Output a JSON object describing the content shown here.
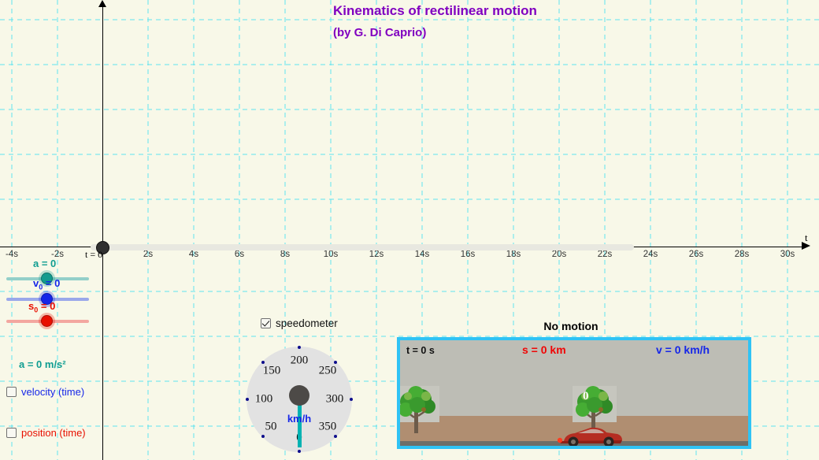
{
  "title": {
    "line1": "Kinematics of rectilinear motion",
    "line2": "(by G. Di Caprio)",
    "color": "#8000c0"
  },
  "axes": {
    "x_name": "t",
    "tick_labels": [
      "-4s",
      "-2s",
      "2s",
      "4s",
      "6s",
      "8s",
      "10s",
      "12s",
      "14s",
      "16s",
      "18s",
      "20s",
      "22s",
      "24s",
      "26s",
      "28s",
      "30s"
    ],
    "origin_label": "t = 0"
  },
  "sliders": [
    {
      "name": "acceleration",
      "label": "a = 0",
      "value": 0,
      "color": "#0f9d91"
    },
    {
      "name": "initial-velocity",
      "label": "v0 = 0",
      "value": 0,
      "color": "#1526e8"
    },
    {
      "name": "initial-position",
      "label": "s0 = 0",
      "value": 0,
      "color": "#e81000"
    }
  ],
  "readouts": {
    "acceleration": "a = 0 m/s²"
  },
  "checkboxes": [
    {
      "name": "velocity-time",
      "label": "velocity (time)",
      "checked": false,
      "color": "#1526e8"
    },
    {
      "name": "position-time",
      "label": "position (time)",
      "checked": false,
      "color": "#e81000"
    },
    {
      "name": "speedometer",
      "label": "speedometer",
      "checked": true,
      "color": "#111111"
    }
  ],
  "speedometer": {
    "unit": "km/h",
    "numbers": [
      "0",
      "50",
      "100",
      "150",
      "200",
      "250",
      "300",
      "350"
    ],
    "value": 0,
    "dial_color": "#e2e2e2",
    "needle_color": "#00b2b2"
  },
  "animation": {
    "title": "No motion",
    "time": "t = 0 s",
    "position": "s = 0 km",
    "velocity": "v = 0 km/h",
    "marker_label": "0",
    "border_color": "#2fc3f5",
    "sky_color": "#bdbdb5",
    "ground_color": "#b08e71"
  },
  "chart_data": {
    "type": "line",
    "title": "Kinematics of rectilinear motion",
    "xlabel": "t",
    "ylabel": "",
    "xlim": [
      -4,
      31
    ],
    "ylim": [
      0,
      0
    ],
    "grid": true,
    "x_ticks": [
      -4,
      -2,
      0,
      2,
      4,
      6,
      8,
      10,
      12,
      14,
      16,
      18,
      20,
      22,
      24,
      26,
      28,
      30
    ],
    "x_tick_labels": [
      "-4s",
      "-2s",
      "t = 0",
      "2s",
      "4s",
      "6s",
      "8s",
      "10s",
      "12s",
      "14s",
      "16s",
      "18s",
      "20s",
      "22s",
      "24s",
      "26s",
      "28s",
      "30s"
    ],
    "series": [
      {
        "name": "velocity (time)",
        "visible": false,
        "color": "#1526e8",
        "values": []
      },
      {
        "name": "position (time)",
        "visible": false,
        "color": "#e81000",
        "values": []
      }
    ],
    "parameters": {
      "a": 0,
      "v0": 0,
      "s0": 0,
      "t": 0
    },
    "annotations": [
      "a = 0",
      "v0 = 0",
      "s0 = 0",
      "a = 0 m/s²"
    ]
  }
}
